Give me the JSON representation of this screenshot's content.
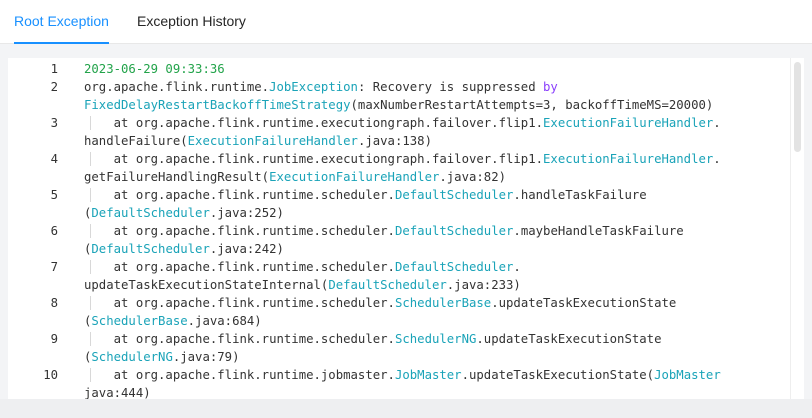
{
  "tabs": [
    {
      "label": "Root Exception",
      "active": true
    },
    {
      "label": "Exception History",
      "active": false
    }
  ],
  "colors": {
    "accent": "#1890ff",
    "timestamp": "#22a34a",
    "keyword": "#8a3ffc",
    "class": "#1aa3b8"
  },
  "code_lines": [
    {
      "number": "1",
      "parts": [
        [
          "2023-06-29 09:33:36",
          "green"
        ]
      ]
    },
    {
      "number": "2",
      "parts": [
        [
          "org.apache.flink.runtime.",
          ""
        ],
        [
          "JobException",
          "teal"
        ],
        [
          ": Recovery is suppressed ",
          ""
        ],
        [
          "by",
          "purple"
        ],
        [
          "\n",
          ""
        ],
        [
          "FixedDelayRestartBackoffTimeStrategy",
          "teal"
        ],
        [
          "(maxNumberRestartAttempts=3, backoffTimeMS=20000)",
          ""
        ]
      ]
    },
    {
      "number": "3",
      "parts": [
        [
          "    at org.apache.flink.runtime.executiongraph.failover.flip1.",
          ""
        ],
        [
          "ExecutionFailureHandler",
          "teal"
        ],
        [
          ".",
          ""
        ],
        [
          "\n",
          ""
        ],
        [
          "handleFailure(",
          ""
        ],
        [
          "ExecutionFailureHandler",
          "teal"
        ],
        [
          ".java:138)",
          ""
        ]
      ]
    },
    {
      "number": "4",
      "parts": [
        [
          "    at org.apache.flink.runtime.executiongraph.failover.flip1.",
          ""
        ],
        [
          "ExecutionFailureHandler",
          "teal"
        ],
        [
          ".",
          ""
        ],
        [
          "\n",
          ""
        ],
        [
          "getFailureHandlingResult(",
          ""
        ],
        [
          "ExecutionFailureHandler",
          "teal"
        ],
        [
          ".java:82)",
          ""
        ]
      ]
    },
    {
      "number": "5",
      "parts": [
        [
          "    at org.apache.flink.runtime.scheduler.",
          ""
        ],
        [
          "DefaultScheduler",
          "teal"
        ],
        [
          ".handleTaskFailure",
          ""
        ],
        [
          "\n",
          ""
        ],
        [
          "(",
          ""
        ],
        [
          "DefaultScheduler",
          "teal"
        ],
        [
          ".java:252)",
          ""
        ]
      ]
    },
    {
      "number": "6",
      "parts": [
        [
          "    at org.apache.flink.runtime.scheduler.",
          ""
        ],
        [
          "DefaultScheduler",
          "teal"
        ],
        [
          ".maybeHandleTaskFailure",
          ""
        ],
        [
          "\n",
          ""
        ],
        [
          "(",
          ""
        ],
        [
          "DefaultScheduler",
          "teal"
        ],
        [
          ".java:242)",
          ""
        ]
      ]
    },
    {
      "number": "7",
      "parts": [
        [
          "    at org.apache.flink.runtime.scheduler.",
          ""
        ],
        [
          "DefaultScheduler",
          "teal"
        ],
        [
          ".",
          ""
        ],
        [
          "\n",
          ""
        ],
        [
          "updateTaskExecutionStateInternal(",
          ""
        ],
        [
          "DefaultScheduler",
          "teal"
        ],
        [
          ".java:233)",
          ""
        ]
      ]
    },
    {
      "number": "8",
      "parts": [
        [
          "    at org.apache.flink.runtime.scheduler.",
          ""
        ],
        [
          "SchedulerBase",
          "teal"
        ],
        [
          ".updateTaskExecutionState",
          ""
        ],
        [
          "\n",
          ""
        ],
        [
          "(",
          ""
        ],
        [
          "SchedulerBase",
          "teal"
        ],
        [
          ".java:684)",
          ""
        ]
      ]
    },
    {
      "number": "9",
      "parts": [
        [
          "    at org.apache.flink.runtime.scheduler.",
          ""
        ],
        [
          "SchedulerNG",
          "teal"
        ],
        [
          ".updateTaskExecutionState",
          ""
        ],
        [
          "\n",
          ""
        ],
        [
          "(",
          ""
        ],
        [
          "SchedulerNG",
          "teal"
        ],
        [
          ".java:79)",
          ""
        ]
      ]
    },
    {
      "number": "10",
      "parts": [
        [
          "    at org.apache.flink.runtime.jobmaster.",
          ""
        ],
        [
          "JobMaster",
          "teal"
        ],
        [
          ".updateTaskExecutionState(",
          ""
        ],
        [
          "JobMaster",
          "teal"
        ],
        [
          "\n",
          ""
        ],
        [
          "java:444)",
          ""
        ]
      ]
    }
  ]
}
